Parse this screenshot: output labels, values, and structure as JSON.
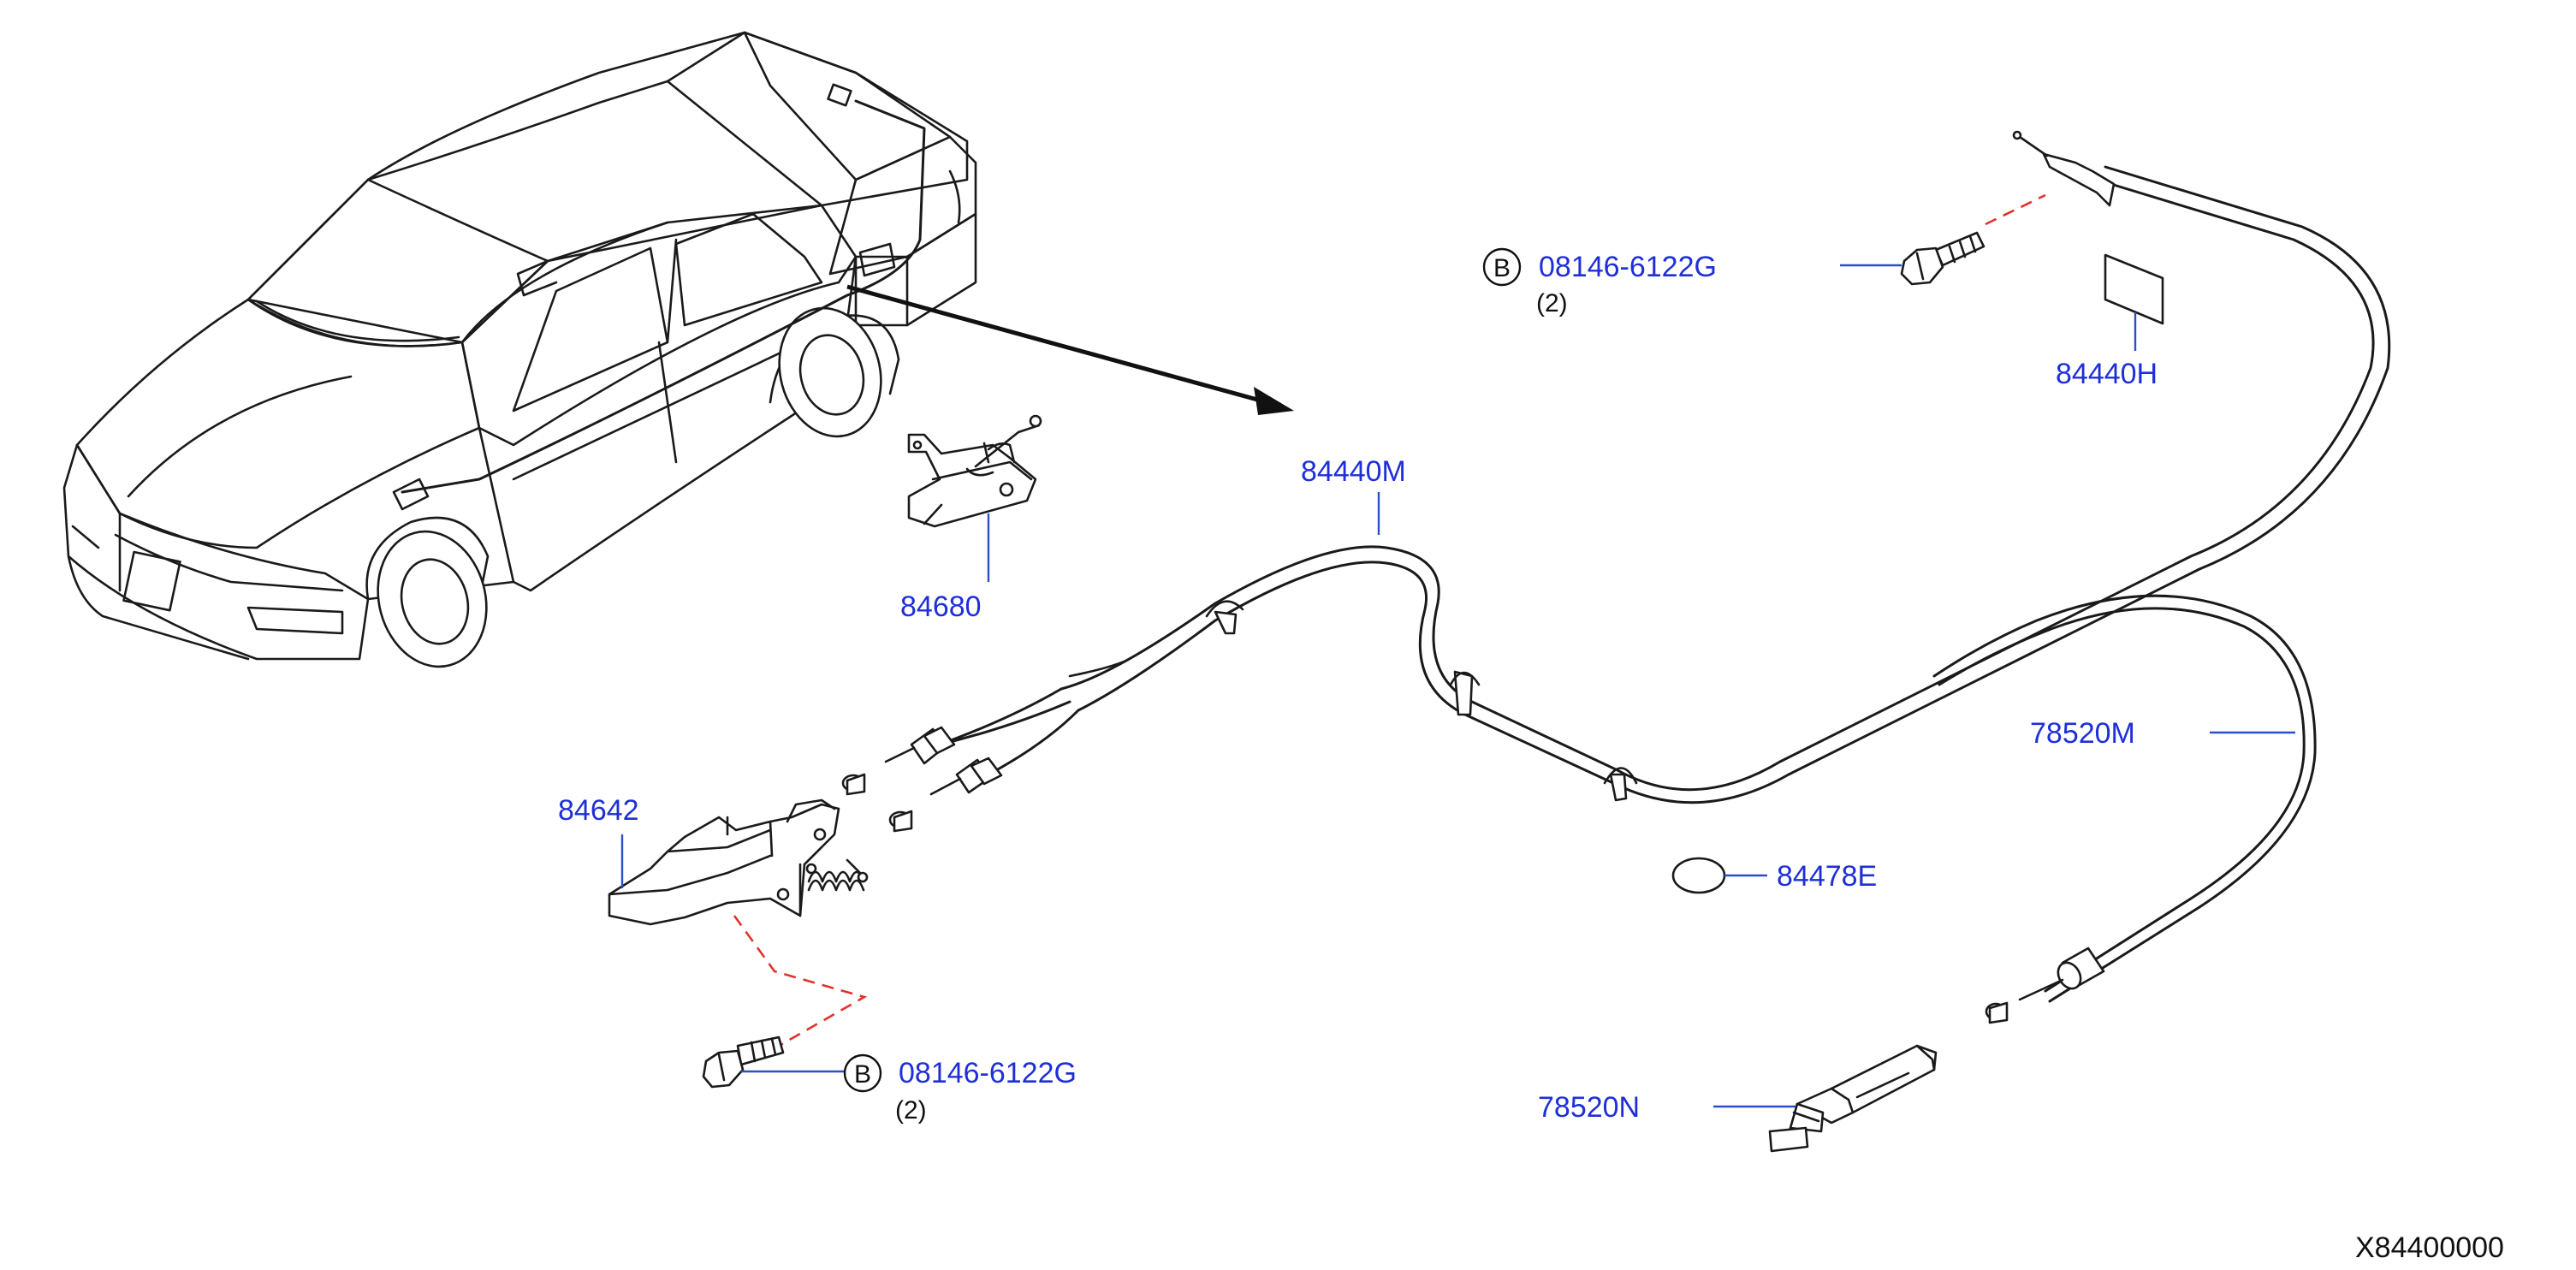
{
  "parts": {
    "p84440M": "84440M",
    "p84680": "84680",
    "p84642": "84642",
    "p84440H": "84440H",
    "p78520M": "78520M",
    "p84478E": "84478E",
    "p78520N": "78520N"
  },
  "bolt_top": {
    "badge": "B",
    "part": "08146-6122G",
    "qty": "(2)"
  },
  "bolt_bottom": {
    "badge": "B",
    "part": "08146-6122G",
    "qty": "(2)"
  },
  "diagram_code": "X84400000",
  "colors": {
    "part_label": "#1f2fd8",
    "leader": "#2b4fc7",
    "dashed_guide": "#e0322c",
    "line_art": "#1a1a1a"
  }
}
